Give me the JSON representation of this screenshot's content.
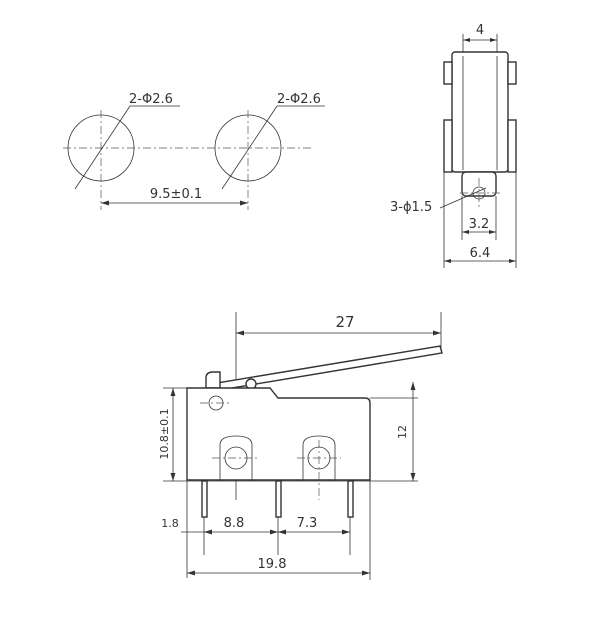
{
  "drawing": {
    "hole_pattern_view": {
      "left_hole_label": "2-Φ2.6",
      "right_hole_label": "2-Φ2.6",
      "spacing_label": "9.5±0.1"
    },
    "side_view": {
      "top_width_label": "4",
      "pin_hole_label": "3-ϕ1.5",
      "pin_width_label": "3.2",
      "total_width_label": "6.4"
    },
    "front_view": {
      "lever_length_label": "27",
      "body_height_label": "10.8±0.1",
      "height_label": "12",
      "pin_offset_label": "1.8",
      "pin_pitch_1_label": "8.8",
      "pin_pitch_2_label": "7.3",
      "overall_length_label": "19.8"
    }
  }
}
